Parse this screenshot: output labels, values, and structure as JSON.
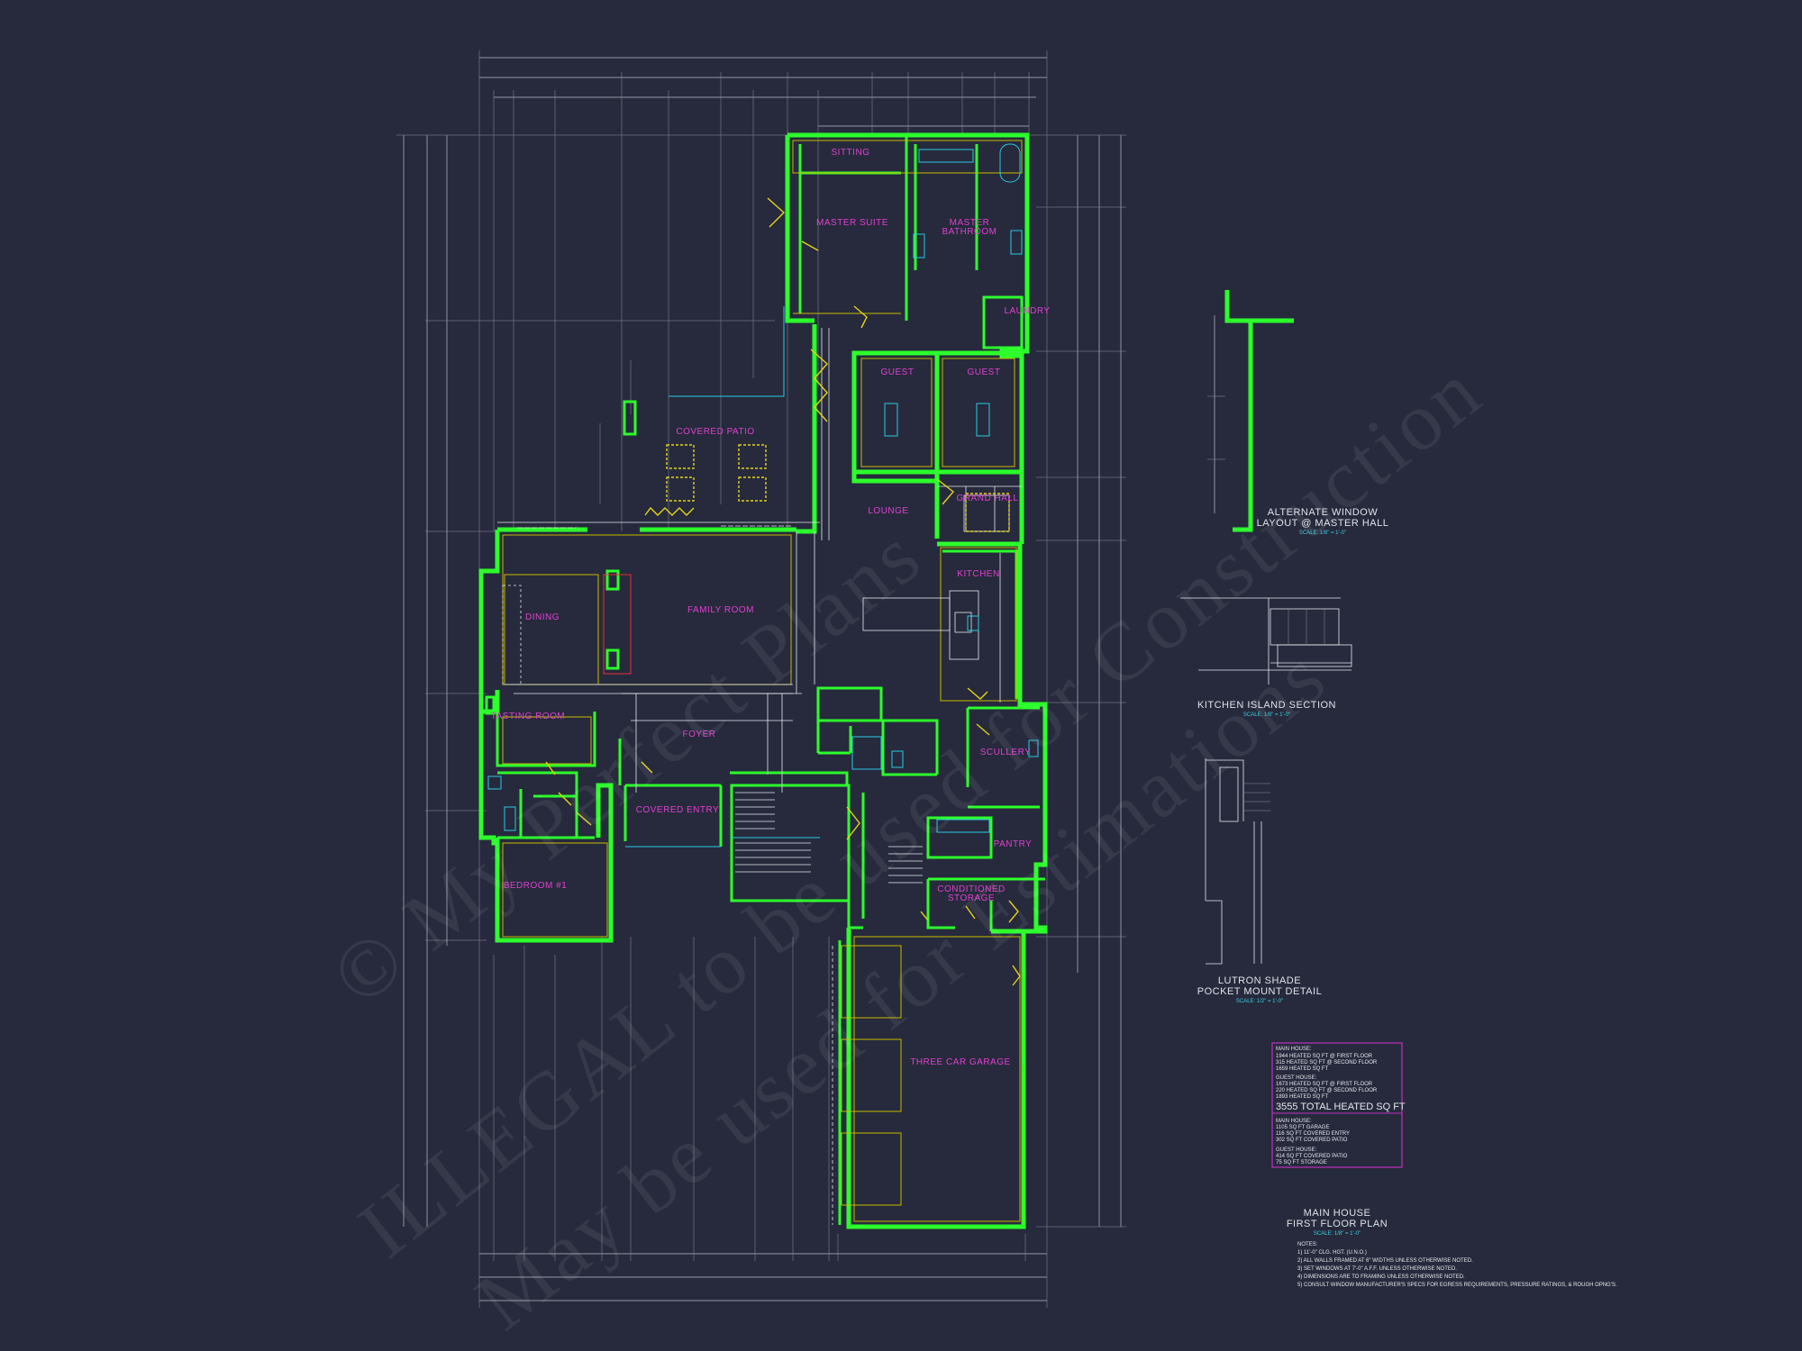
{
  "watermark": {
    "line1": "© My Perfect Plans",
    "line2": "ILLEGAL to be used for Construction",
    "line3": "May be used for Estimations"
  },
  "rooms": {
    "sitting": "SITTING",
    "master_suite": "MASTER SUITE",
    "master_bath_1": "MASTER",
    "master_bath_2": "BATHROOM",
    "laundry": "LAUNDRY",
    "guest_a": "GUEST",
    "guest_b": "GUEST",
    "covered_patio": "COVERED PATIO",
    "lounge": "LOUNGE",
    "grand_hall": "GRAND HALL",
    "kitchen": "KITCHEN",
    "dining": "DINING",
    "family_room": "FAMILY ROOM",
    "tasting_room": "TASTING ROOM",
    "foyer": "FOYER",
    "covered_entry": "COVERED ENTRY",
    "scullery": "SCULLERY",
    "pantry": "PANTRY",
    "conditioned_storage_1": "CONDITIONED",
    "conditioned_storage_2": "STORAGE",
    "bedroom": "BEDROOM #1",
    "garage": "THREE CAR GARAGE"
  },
  "details": {
    "alt_window_1": "ALTERNATE WINDOW",
    "alt_window_2": "LAYOUT @ MASTER HALL",
    "alt_window_scale": "SCALE: 1/8\" = 1'-0\"",
    "kitchen_island": "KITCHEN ISLAND SECTION",
    "kitchen_island_scale": "SCALE: 1/8\" = 1'-0\"",
    "lutron_1": "LUTRON SHADE",
    "lutron_2": "POCKET MOUNT DETAIL",
    "lutron_scale": "SCALE: 1/2\" = 1'-0\""
  },
  "sqft_box": {
    "main_house_label": "MAIN HOUSE:",
    "main_first": "1944 HEATED SQ FT @ FIRST FLOOR",
    "main_second": "315 HEATED SQ FT @ SECOND FLOOR",
    "main_total": "1659 HEATED SQ FT",
    "guest_house_label": "GUEST HOUSE:",
    "guest_first": "1673 HEATED SQ FT @ FIRST FLOOR",
    "guest_second": "220 HEATED SQ FT @ SECOND FLOOR",
    "guest_total": "1893 HEATED SQ FT",
    "grand_total": "3555 TOTAL HEATED SQ FT",
    "main_house_label_2": "MAIN HOUSE:",
    "garage_sqft": "1105 SQ FT GARAGE",
    "entry_sqft": "116 SQ FT COVERED ENTRY",
    "patio_sqft": "302 SQ FT COVERED PATIO",
    "guest_house_label_2": "GUEST HOUSE:",
    "guest_patio_sqft": "414 SQ FT COVERED PATIO",
    "guest_storage_sqft": "75 SQ FT STORAGE"
  },
  "title_block": {
    "title1": "MAIN HOUSE",
    "title2": "FIRST FLOOR PLAN",
    "scale": "SCALE: 1/8\" = 1'-0\"",
    "notes_label": "NOTES:",
    "notes": [
      "1) 11'-0\" CLG. HGT. (U.N.O.)",
      "2) ALL WALLS FRAMED AT 6\" WIDTHS UNLESS OTHERWISE NOTED.",
      "3) SET WINDOWS AT 7'-0\" A.F.F. UNLESS OTHERWISE NOTED.",
      "4) DIMENSIONS ARE TO FRAMING UNLESS OTHERWISE NOTED.",
      "5) CONSULT WINDOW MANUFACTURER'S SPECS FOR EGRESS REQUIREMENTS, PRESSURE RATINGS, & ROUGH OPNG'S."
    ]
  },
  "colors": {
    "background": "#262a3c",
    "walls": "#2cff2c",
    "room_labels": "#e040d0",
    "dimensions": "#b9bdc9",
    "cyan_marks": "#2ac9e6",
    "yellow_marks": "#e6d21a",
    "sqft_box_border": "#c030c0"
  }
}
